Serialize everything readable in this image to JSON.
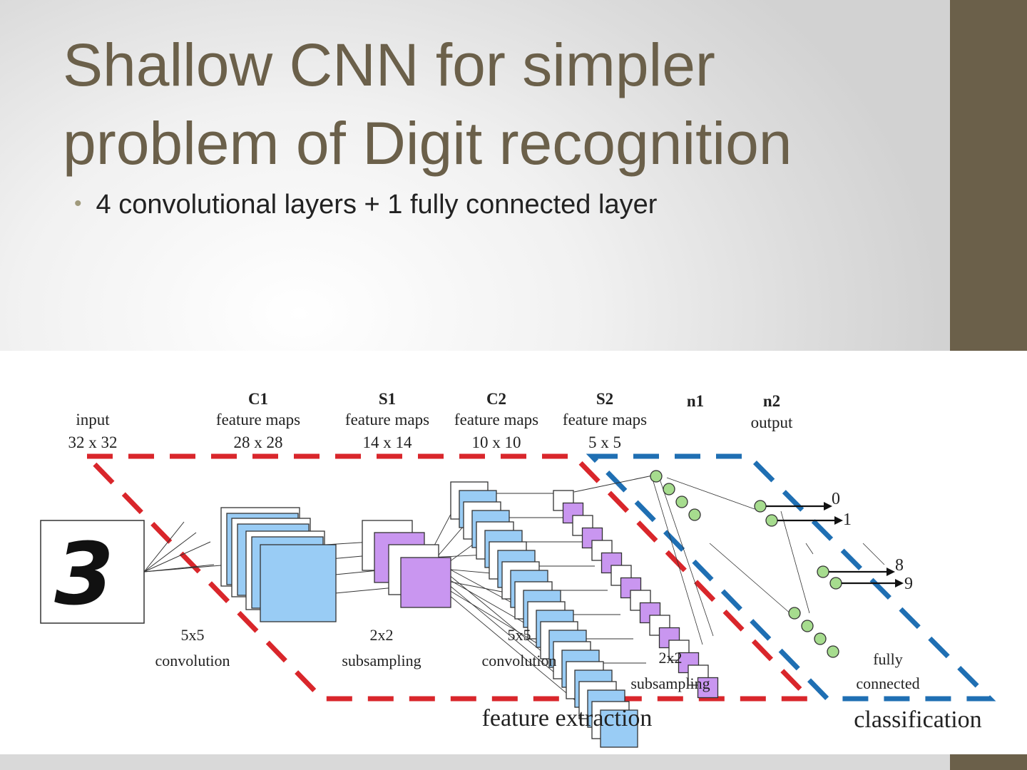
{
  "slide": {
    "title_line1": "Shallow CNN for simpler",
    "title_line2": "problem of Digit recognition",
    "bullet": "4 convolutional layers + 1 fully connected layer"
  },
  "diagram": {
    "input_digit": "3",
    "stages": [
      {
        "name": "input",
        "line2": "",
        "line3": "32 x 32"
      },
      {
        "name": "C1",
        "line2": "feature maps",
        "line3": "28 x 28"
      },
      {
        "name": "S1",
        "line2": "feature maps",
        "line3": "14 x 14"
      },
      {
        "name": "C2",
        "line2": "feature maps",
        "line3": "10 x 10"
      },
      {
        "name": "S2",
        "line2": "feature maps",
        "line3": "5 x 5"
      },
      {
        "name": "n1",
        "line2": "",
        "line3": ""
      },
      {
        "name": "n2",
        "line2": "output",
        "line3": ""
      }
    ],
    "operations": [
      {
        "line1": "5x5",
        "line2": "convolution"
      },
      {
        "line1": "2x2",
        "line2": "subsampling"
      },
      {
        "line1": "5x5",
        "line2": "convolution"
      },
      {
        "line1": "2x2",
        "line2": "subsampling"
      },
      {
        "line1": "fully",
        "line2": "connected"
      }
    ],
    "output_labels": [
      "0",
      "1",
      "8",
      "9"
    ],
    "regions": [
      {
        "label": "feature extraction",
        "color": "#d9262b"
      },
      {
        "label": "classification",
        "color": "#1f6fb3"
      }
    ],
    "colors": {
      "feature_map_blue": "#99ccf5",
      "pooled_purple": "#c996f0",
      "neuron_green": "#a6dc8e"
    }
  }
}
